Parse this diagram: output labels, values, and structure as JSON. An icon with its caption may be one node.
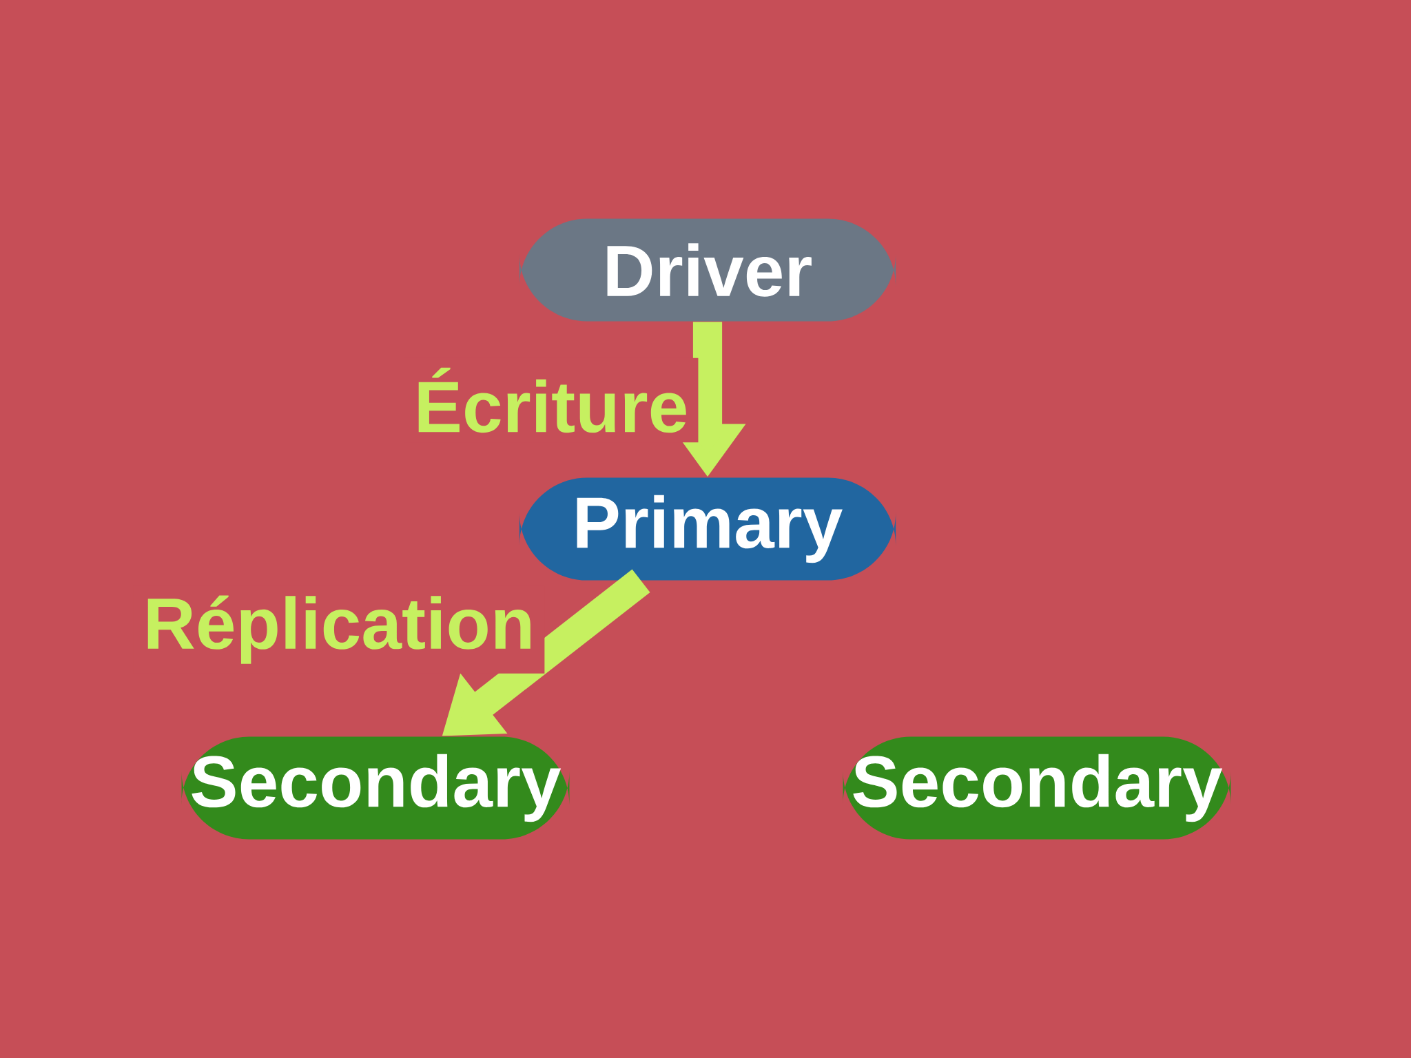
{
  "diagram": {
    "nodes": [
      {
        "text": [
          "Driver"
        ]
      },
      {
        "text": [
          "Primary"
        ]
      },
      {
        "text": [
          "Secondary"
        ]
      },
      {
        "text": [
          "Secondary"
        ]
      }
    ],
    "edges": [
      {
        "from": 0,
        "to": 1,
        "arrow": "to",
        "label": "Écriture"
      },
      {
        "from": 1,
        "to": 2,
        "arrow": "to",
        "label": "Réplication"
      }
    ]
  }
}
